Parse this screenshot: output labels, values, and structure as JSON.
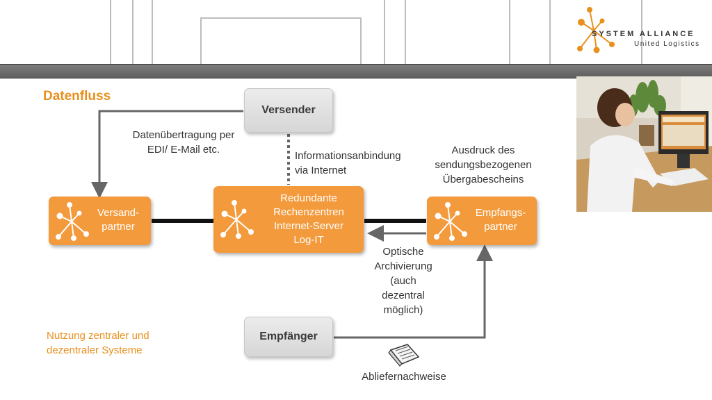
{
  "logo": {
    "line1": "SYSTEM ALLIANCE",
    "line2": "United Logistics"
  },
  "title": "Datenfluss",
  "nodes": {
    "versender": "Versender",
    "empfaenger": "Empfänger",
    "versandpartner": "Versand-\npartner",
    "rechenzentren": "Redundante\nRechenzentren\nInternet-Server\nLog-IT",
    "empfangspartner": "Empfangs-\npartner"
  },
  "labels": {
    "datenuebertragung": "Datenübertragung per\nEDI/ E-Mail etc.",
    "informationsanbindung": "Informationsanbindung\nvia Internet",
    "ausdruck": "Ausdruck des\nsendungsbezogenen\nÜbergabescheins",
    "archivierung": "Optische\nArchivierung\n(auch\ndezentral\nmöglich)",
    "abliefernachweise": "Abliefernachweise",
    "nutzung": "Nutzung zentraler und\ndezentraler Systeme"
  },
  "colors": {
    "accent": "#f39a3c",
    "title": "#e8901e",
    "grey_box": "#dedede",
    "connector": "#666666"
  },
  "icons": [
    "node-cluster-icon",
    "document-icon",
    "photo-office-worker"
  ]
}
